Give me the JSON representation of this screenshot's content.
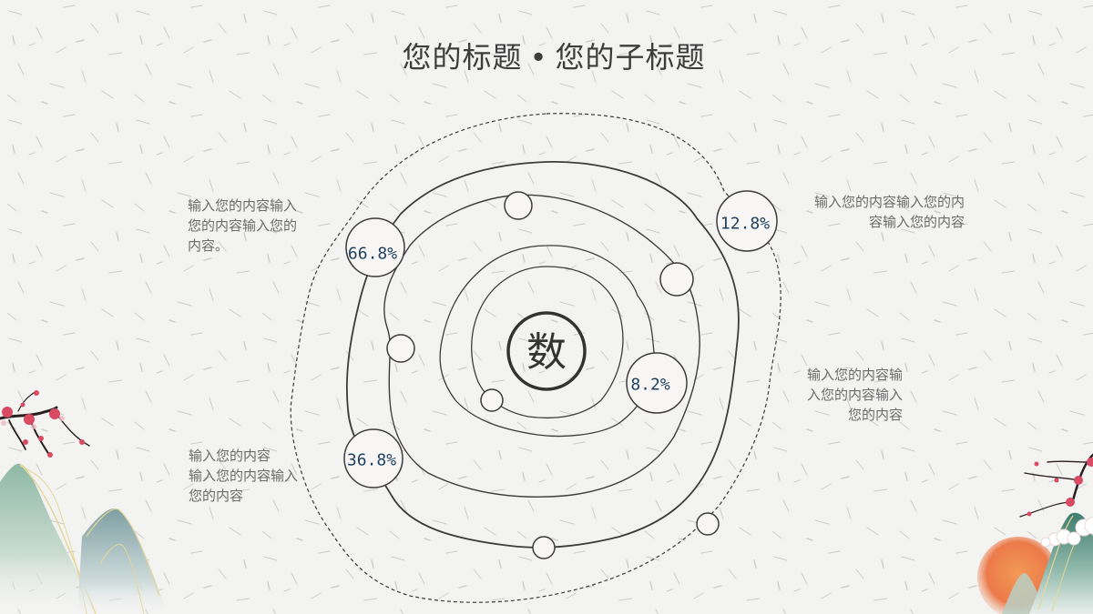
{
  "header": {
    "title": "您的标题",
    "separator": "•",
    "subtitle": "您的子标题"
  },
  "diagram": {
    "center_label": "数",
    "center_icon": "number-circle",
    "colors": {
      "background": "#f3f3f2",
      "line": "#3c3c3c",
      "bubble_fill": "#f7f6f4",
      "percent_text": "#1e3f5e",
      "desc_text": "#6b6b6b"
    },
    "data_points": [
      {
        "id": "p1",
        "value": "66.8%",
        "description": [
          "输入您的内容输入",
          "您的内容输入您的",
          "内容。"
        ]
      },
      {
        "id": "p2",
        "value": "12.8%",
        "description": [
          "输入您的内容输入您的内",
          "容输入您的内容"
        ]
      },
      {
        "id": "p3",
        "value": "8.2%",
        "description": [
          "输入您的内容输",
          "入您的内容输入",
          "您的内容"
        ]
      },
      {
        "id": "p4",
        "value": "36.8%",
        "description": [
          "输入您的内容",
          "输入您的内容输入",
          "您的内容"
        ]
      }
    ]
  },
  "chart_data": {
    "type": "orbit-diagram",
    "title": "您的标题 • 您的子标题",
    "center": "数",
    "categories": [
      "66.8%",
      "12.8%",
      "8.2%",
      "36.8%"
    ],
    "values": [
      66.8,
      12.8,
      8.2,
      36.8
    ],
    "unit": "%",
    "labels": [
      "输入您的内容输入您的内容输入您的内容。",
      "输入您的内容输入您的内容输入您的内容",
      "输入您的内容输入您的内容输入您的内容",
      "输入您的内容输入您的内容输入您的内容"
    ]
  }
}
